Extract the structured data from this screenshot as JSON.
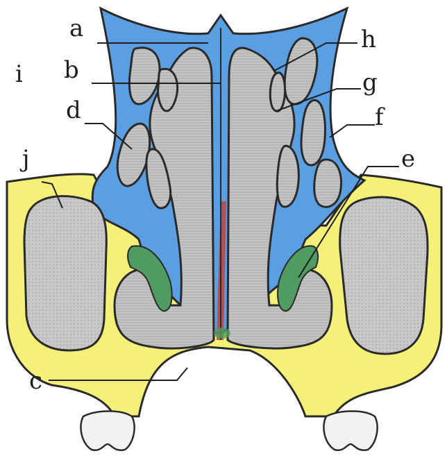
{
  "labels": {
    "a": "a",
    "b": "b",
    "c": "c",
    "d": "d",
    "e": "e",
    "f": "f",
    "g": "g",
    "h": "h",
    "i": "i",
    "j": "j"
  },
  "colors": {
    "bone": "#5b9fe3",
    "maxilla": "#f5f078",
    "mucosa": "#4f9b61",
    "septum": "#c1433a",
    "cavity": "#c3c3c3",
    "outline": "#2a2a2a",
    "background": "#ffffff"
  }
}
